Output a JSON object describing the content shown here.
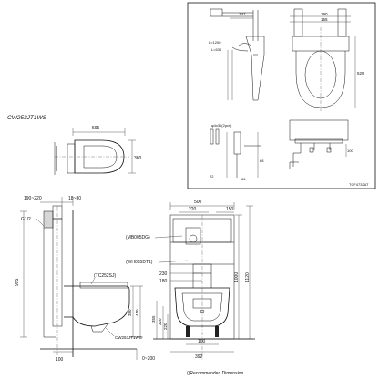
{
  "model_label": "CW253JT1WS",
  "footnote": "()Recommended Dimension",
  "inset": {
    "code": "TCF4732AT",
    "dims": {
      "d137": "137",
      "d190": "190",
      "d155": "155",
      "d529": "529",
      "l1200": "L=1200",
      "l530": "L=530",
      "phi": "φ4x30(2pcs)",
      "d22": "22",
      "d68": "68",
      "d100": "100",
      "d65": "65"
    }
  },
  "plan": {
    "d595": "595",
    "d380": "380"
  },
  "front": {
    "d500": "500",
    "d220": "220",
    "d150": "150",
    "d230": "230",
    "d180": "180",
    "d1000": "1000",
    "d1120": "1120",
    "d355": "355",
    "d320": "320",
    "d220b": "220",
    "d100": "100",
    "d392": "392",
    "part_mb": "(MB005DG)",
    "part_wh": "(WH035DT1)"
  },
  "side": {
    "d190_220": "190~220",
    "d18_80": "18~80",
    "g12": "G1/2",
    "d995": "995",
    "d380": "380",
    "d410": "410",
    "d100": "100",
    "d0_200": "0~200",
    "part_tc": "(TC252SJ)",
    "part_cw": "CW253JT1WS"
  }
}
